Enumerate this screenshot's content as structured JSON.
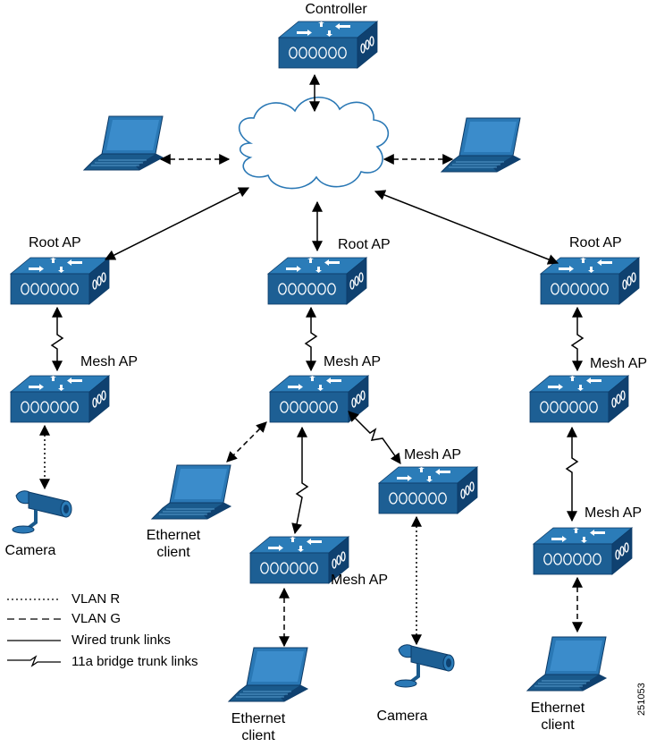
{
  "colors": {
    "device_top": "#2b7cb8",
    "device_front": "#1d5f94",
    "device_side": "#0f4170",
    "laptop_screen": "#2a78b5",
    "laptop_body": "#1a5a8c",
    "cloud_fill": "#ffffff",
    "cloud_stroke": "#2a78b5",
    "line": "#000000"
  },
  "nodes": {
    "controller": "Controller",
    "root_ap_left": "Root AP",
    "root_ap_center": "Root AP",
    "root_ap_right": "Root AP",
    "mesh_ap_left": "Mesh AP",
    "mesh_ap_center": "Mesh AP",
    "mesh_ap_center_right": "Mesh AP",
    "mesh_ap_center_bottom": "Mesh AP",
    "mesh_ap_right_upper": "Mesh AP",
    "mesh_ap_right_lower": "Mesh AP",
    "camera_left": "Camera",
    "camera_center": "Camera",
    "ethernet_client_left": [
      "Ethernet",
      "client"
    ],
    "ethernet_client_center": [
      "Ethernet",
      "client"
    ],
    "ethernet_client_right": [
      "Ethernet",
      "client"
    ]
  },
  "legend": [
    {
      "style": "dotted",
      "label": "VLAN R"
    },
    {
      "style": "dashed",
      "label": "VLAN G"
    },
    {
      "style": "solid",
      "label": "Wired trunk links"
    },
    {
      "style": "zigzag",
      "label": "11a bridge trunk links"
    }
  ],
  "figure_id": "251053"
}
